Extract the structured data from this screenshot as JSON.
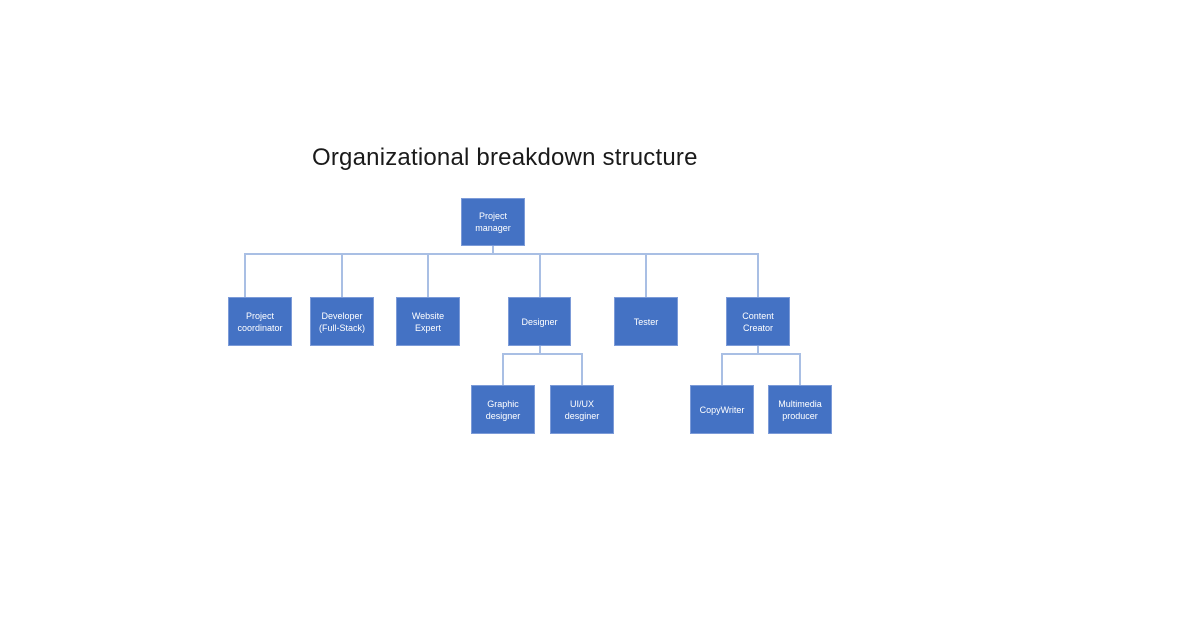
{
  "title": "Organizational breakdown structure",
  "colors": {
    "node_fill": "#4472C4",
    "node_text": "#FFFFFF",
    "connector": "#A9BFE4",
    "title_text": "#1A1A1A",
    "background": "#FFFFFF"
  },
  "chart": {
    "type": "org-chart",
    "nodes": {
      "project_manager": {
        "label": "Project manager",
        "parent": null
      },
      "project_coordinator": {
        "label": "Project coordinator",
        "parent": "project_manager"
      },
      "developer": {
        "label": "Developer (Full-Stack)",
        "parent": "project_manager"
      },
      "website_expert": {
        "label": "Website Expert",
        "parent": "project_manager"
      },
      "designer": {
        "label": "Designer",
        "parent": "project_manager"
      },
      "tester": {
        "label": "Tester",
        "parent": "project_manager"
      },
      "content_creator": {
        "label": "Content Creator",
        "parent": "project_manager"
      },
      "graphic_designer": {
        "label": "Graphic designer",
        "parent": "designer"
      },
      "uiux_designer": {
        "label": "UI/UX desginer",
        "parent": "designer"
      },
      "copywriter": {
        "label": "CopyWriter",
        "parent": "content_creator"
      },
      "multimedia_producer": {
        "label": "Multimedia producer",
        "parent": "content_creator"
      }
    }
  }
}
